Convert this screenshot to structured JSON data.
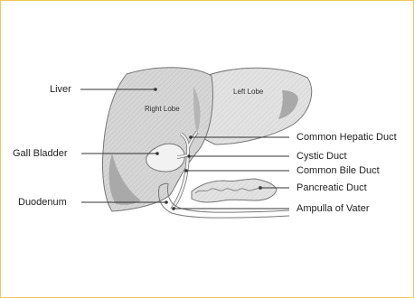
{
  "labels": {
    "liver": "Liver",
    "gall_bladder": "Gall Bladder",
    "duodenum": "Duodenum",
    "common_hepatic_duct": "Common Hepatic Duct",
    "cystic_duct": "Cystic Duct",
    "common_bile_duct": "Common Bile Duct",
    "pancreatic_duct": "Pancreatic Duct",
    "ampulla_of_vater": "Ampulla of Vater"
  },
  "lobes": {
    "right_lobe": "Right Lobe",
    "left_lobe": "Left Lobe"
  },
  "colors": {
    "border": "#f2c75c",
    "organ_fill": "#d4d4d4",
    "organ_shadow": "#a9a9a9",
    "outline": "#777777",
    "leader_line": "#333333"
  }
}
